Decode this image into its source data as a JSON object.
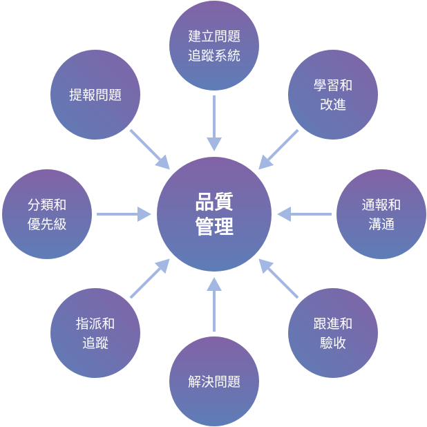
{
  "title": "品質管理流程圖",
  "colors": {
    "circle_top": "#8163A6",
    "circle_bottom": "#5E7DB7",
    "arrow": "#A2B7E1",
    "text": "#ffffff"
  },
  "center": {
    "lines": [
      "品質",
      "管理"
    ]
  },
  "nodes": [
    {
      "id": "create-tracking-system",
      "position": "top",
      "lines": [
        "建立問題",
        "追蹤系統"
      ]
    },
    {
      "id": "learn-improve",
      "position": "top-right",
      "lines": [
        "學習和",
        "改進"
      ]
    },
    {
      "id": "notify-communicate",
      "position": "right",
      "lines": [
        "通報和",
        "溝通"
      ]
    },
    {
      "id": "follow-up-acceptance",
      "position": "bottom-right",
      "lines": [
        "跟進和",
        "驗收"
      ]
    },
    {
      "id": "resolve-issue",
      "position": "bottom",
      "lines": [
        "解決問題"
      ]
    },
    {
      "id": "assign-track",
      "position": "bottom-left",
      "lines": [
        "指派和",
        "追蹤"
      ]
    },
    {
      "id": "classify-prioritize",
      "position": "left",
      "lines": [
        "分類和",
        "優先級"
      ]
    },
    {
      "id": "report-issue",
      "position": "top-left",
      "lines": [
        "提報問題"
      ]
    }
  ],
  "arrow_direction": "inward"
}
